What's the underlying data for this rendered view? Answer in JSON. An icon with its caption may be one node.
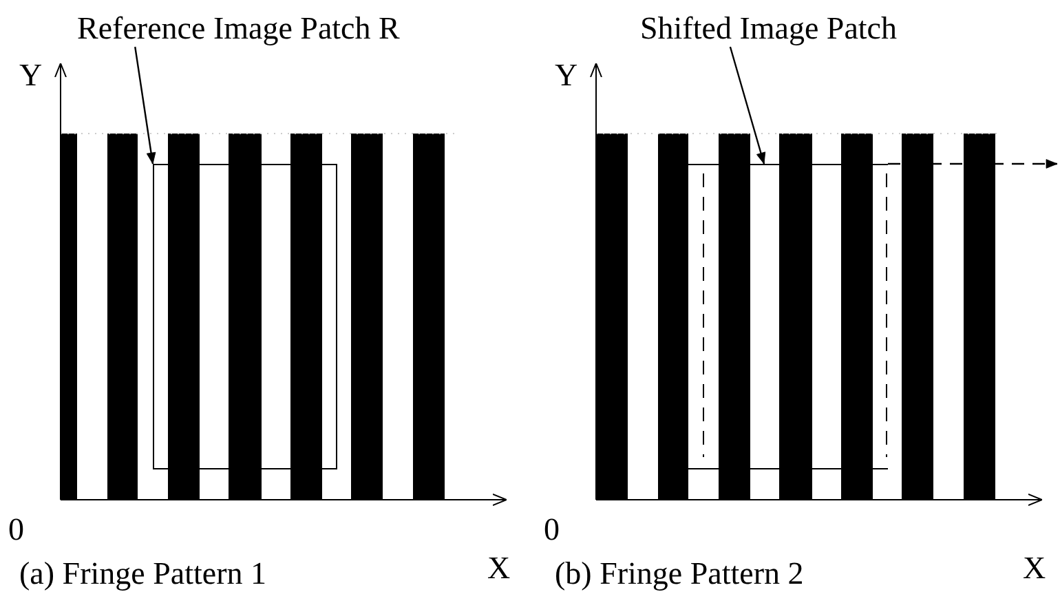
{
  "diagram": {
    "nodes": [
      {
        "text": [
          "Reference Image Patch R"
        ]
      },
      {
        "text": [],
        "shape": "box"
      },
      {
        "text": [
          "Shifted Image Patch"
        ]
      },
      {
        "text": [],
        "shape": "box"
      }
    ],
    "edges": [
      {
        "from": 0,
        "to": 1,
        "arrow": "to"
      },
      {
        "from": 2,
        "to": 3,
        "arrow": "to"
      }
    ],
    "labels": [
      "Y",
      "0",
      "X",
      "(a) Fringe Pattern 1",
      "Y",
      "0",
      "X",
      "(b) Fringe Pattern 2"
    ]
  }
}
